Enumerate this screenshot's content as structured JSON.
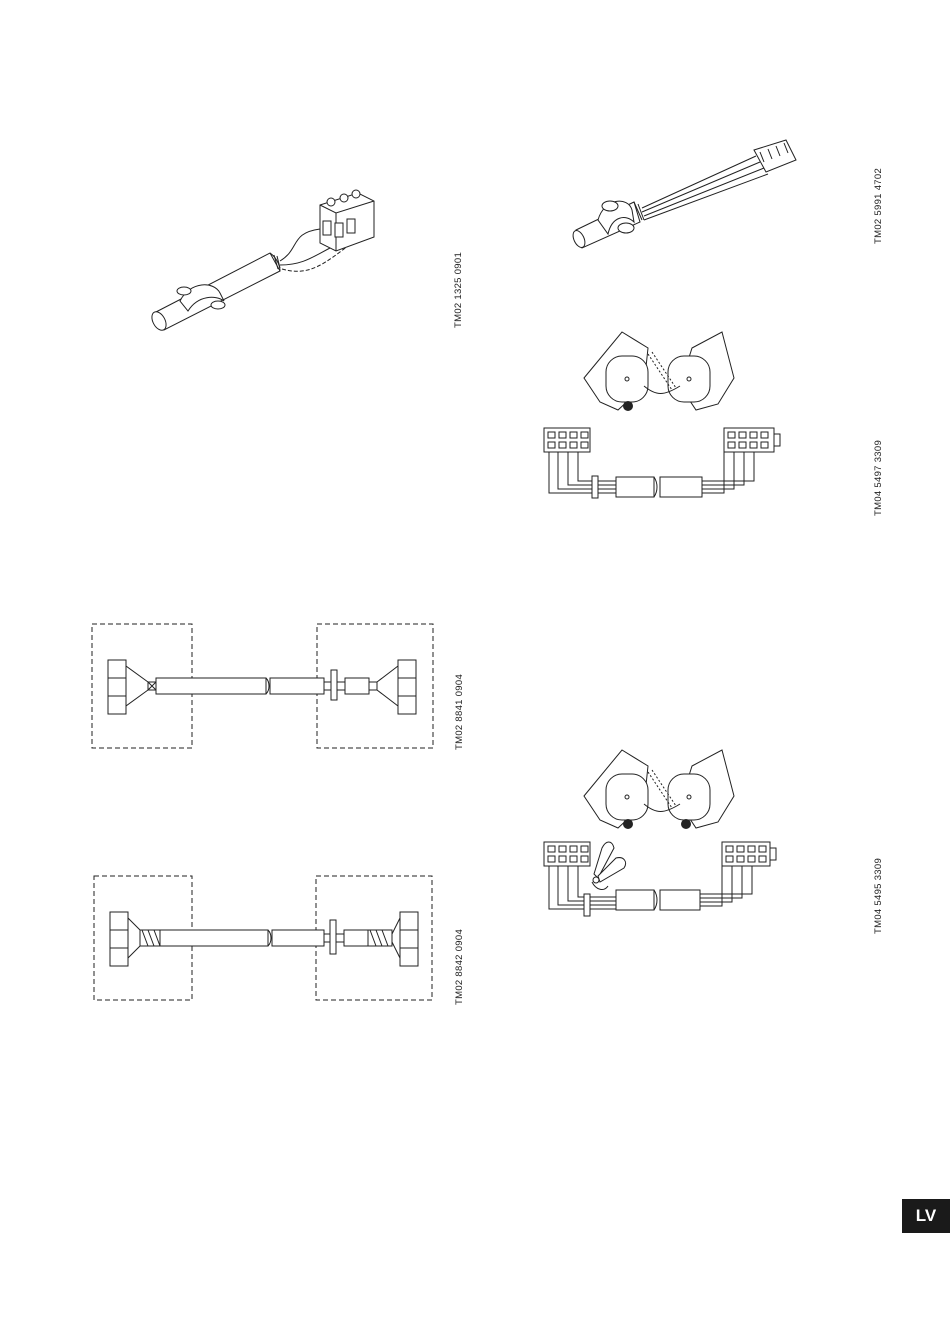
{
  "figures": {
    "sensor_terminal": {
      "code": "TM02 1325 0901"
    },
    "sensor_plug": {
      "code": "TM02 5991 4702"
    },
    "pumps_wiring_a": {
      "code": "TM04 5497 3309"
    },
    "shield_wiring_a": {
      "code": "TM02 8841 0904"
    },
    "pumps_wiring_b": {
      "code": "TM04 5495 3309"
    },
    "shield_wiring_b": {
      "code": "TM02 8842 0904"
    }
  },
  "page": {
    "language_tab": "LV"
  }
}
